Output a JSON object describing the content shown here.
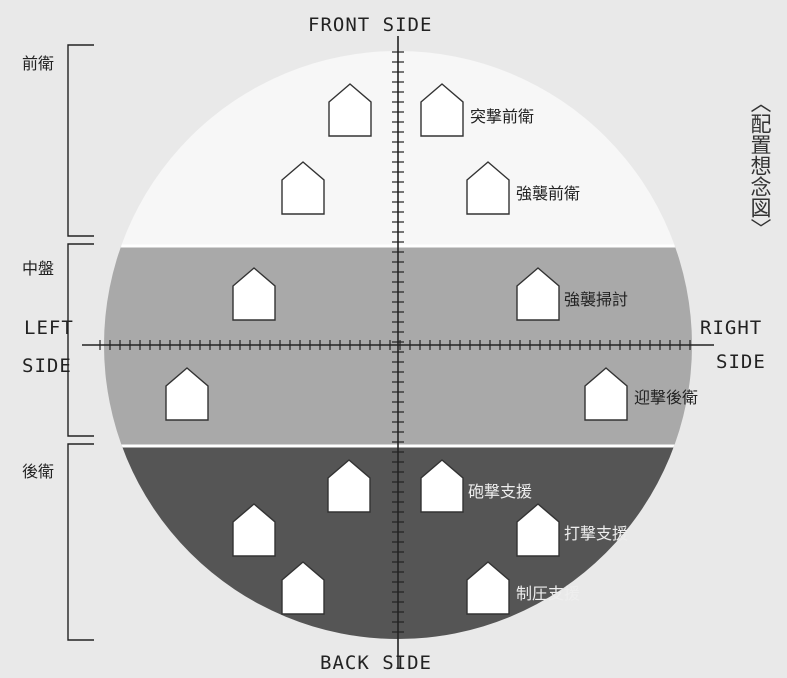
{
  "title": "〈配置想念図〉",
  "axes": {
    "front": "FRONT SIDE",
    "back": "BACK SIDE",
    "left_line1": "LEFT",
    "left_line2": "SIDE",
    "right_line1": "RIGHT",
    "right_line2": "SIDE"
  },
  "zones": {
    "front": "前衛",
    "middle": "中盤",
    "rear": "後衛"
  },
  "roles": {
    "assault_front": "突撃前衛",
    "strike_front": "強襲前衛",
    "strike_sweep": "強襲掃討",
    "intercept_rear": "迎撃後衛",
    "ambush_support": "砲撃支援",
    "strike_support": "打撃支援",
    "suppress_support": "制圧支援"
  },
  "colors": {
    "background": "#e9e9e9",
    "front_zone": "#f7f7f7",
    "middle_zone": "#a9a9a9",
    "rear_zone": "#555555",
    "marker_fill": "#ffffff",
    "axis": "#222222"
  }
}
